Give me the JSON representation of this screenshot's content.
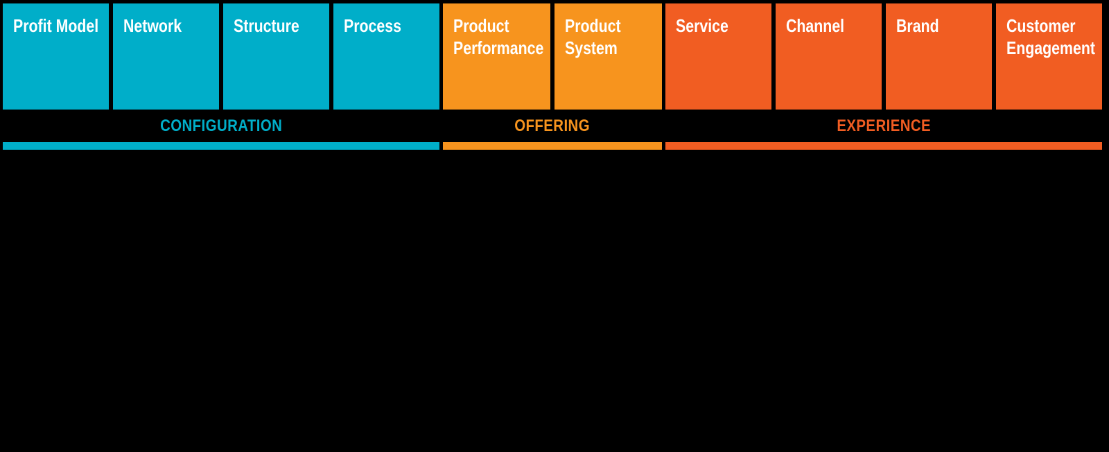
{
  "colors": {
    "background": "#000000",
    "box_text": "#FFFFFF",
    "configuration_teal": "#00AEC9",
    "offering_orange": "#F7941E",
    "experience_red_orange": "#F15D22"
  },
  "sections": [
    {
      "label": "CONFIGURATION",
      "color": "#00AEC9",
      "boxes": [
        "Profit Model",
        "Network",
        "Structure",
        "Process"
      ]
    },
    {
      "label": "OFFERING",
      "color": "#F7941E",
      "boxes": [
        "Product Performance",
        "Product System"
      ]
    },
    {
      "label": "EXPERIENCE",
      "color": "#F15D22",
      "boxes": [
        "Service",
        "Channel",
        "Brand",
        "Customer Engagement"
      ]
    }
  ]
}
